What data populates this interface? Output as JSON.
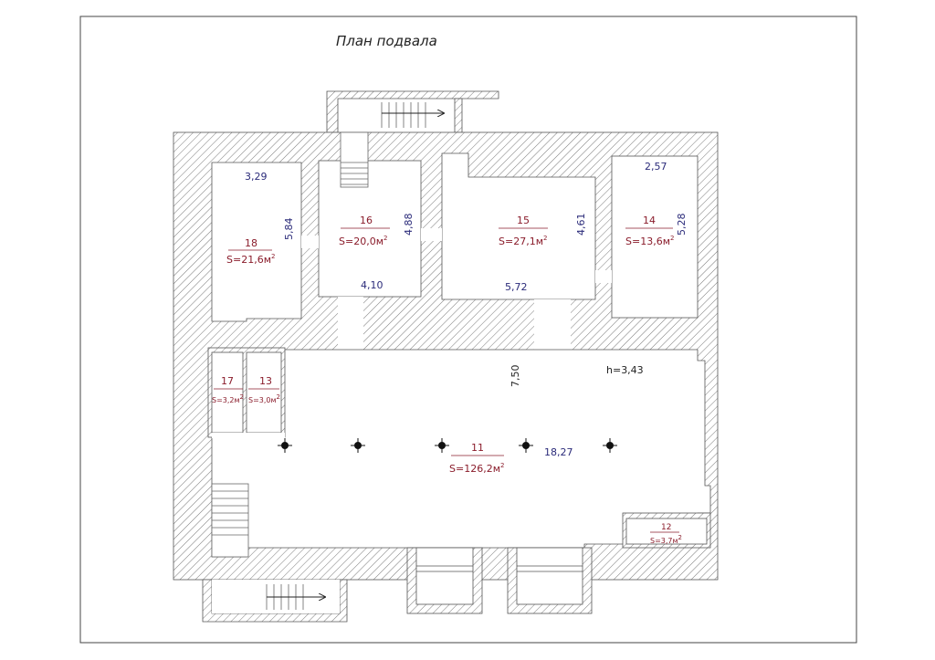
{
  "title": "План подвала",
  "height_note": "h=3,43",
  "dimensions": [
    "3,29",
    "5,84",
    "4,88",
    "4,10",
    "4,61",
    "5,72",
    "2,57",
    "5,28",
    "7,50",
    "18,27"
  ],
  "rooms": [
    {
      "number": "18",
      "area": "S=21,6м",
      "unit_sup": "2"
    },
    {
      "number": "16",
      "area": "S=20,0м",
      "unit_sup": "2"
    },
    {
      "number": "15",
      "area": "S=27,1м",
      "unit_sup": "2"
    },
    {
      "number": "14",
      "area": "S=13,6м",
      "unit_sup": "2"
    },
    {
      "number": "17",
      "area": "S=3,2м",
      "unit_sup": "2"
    },
    {
      "number": "13",
      "area": "S=3,0м",
      "unit_sup": "2"
    },
    {
      "number": "11",
      "area": "S=126,2м",
      "unit_sup": "2"
    },
    {
      "number": "12",
      "area": "S=3,7м",
      "unit_sup": "2"
    }
  ],
  "colors": {
    "dimension_text": "#2b2b7a",
    "room_text": "#8a1c2b",
    "wall_hatch": "#777777"
  }
}
